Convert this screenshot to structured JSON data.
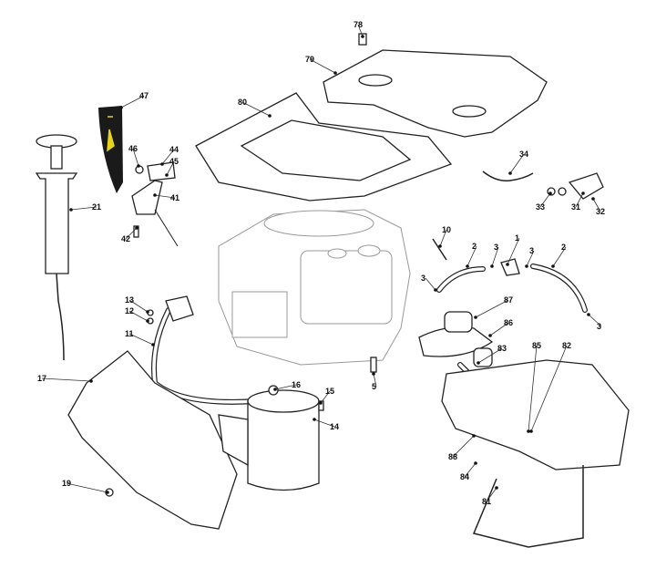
{
  "diagram": {
    "type": "exploded-parts-diagram",
    "labels": [
      "78",
      "79",
      "80",
      "47",
      "46",
      "44",
      "45",
      "41",
      "42",
      "21",
      "34",
      "33",
      "31",
      "32",
      "10",
      "2",
      "3",
      "1",
      "3",
      "2",
      "3",
      "3",
      "87",
      "86",
      "13",
      "12",
      "11",
      "83",
      "85",
      "82",
      "17",
      "16",
      "15",
      "5",
      "14",
      "88",
      "84",
      "81",
      "19"
    ],
    "decal_color": "#1a1a1a",
    "decal_accent": "#e8d21c"
  }
}
